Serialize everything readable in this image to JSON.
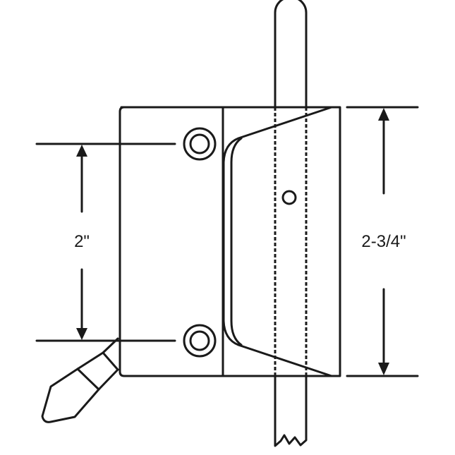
{
  "diagram": {
    "subject": "sliding door latch with handle and hook",
    "dimensions": {
      "hole_spacing": "2\"",
      "overall_height": "2-3/4\""
    },
    "colors": {
      "line": "#1a1a1a",
      "background": "#ffffff"
    }
  }
}
